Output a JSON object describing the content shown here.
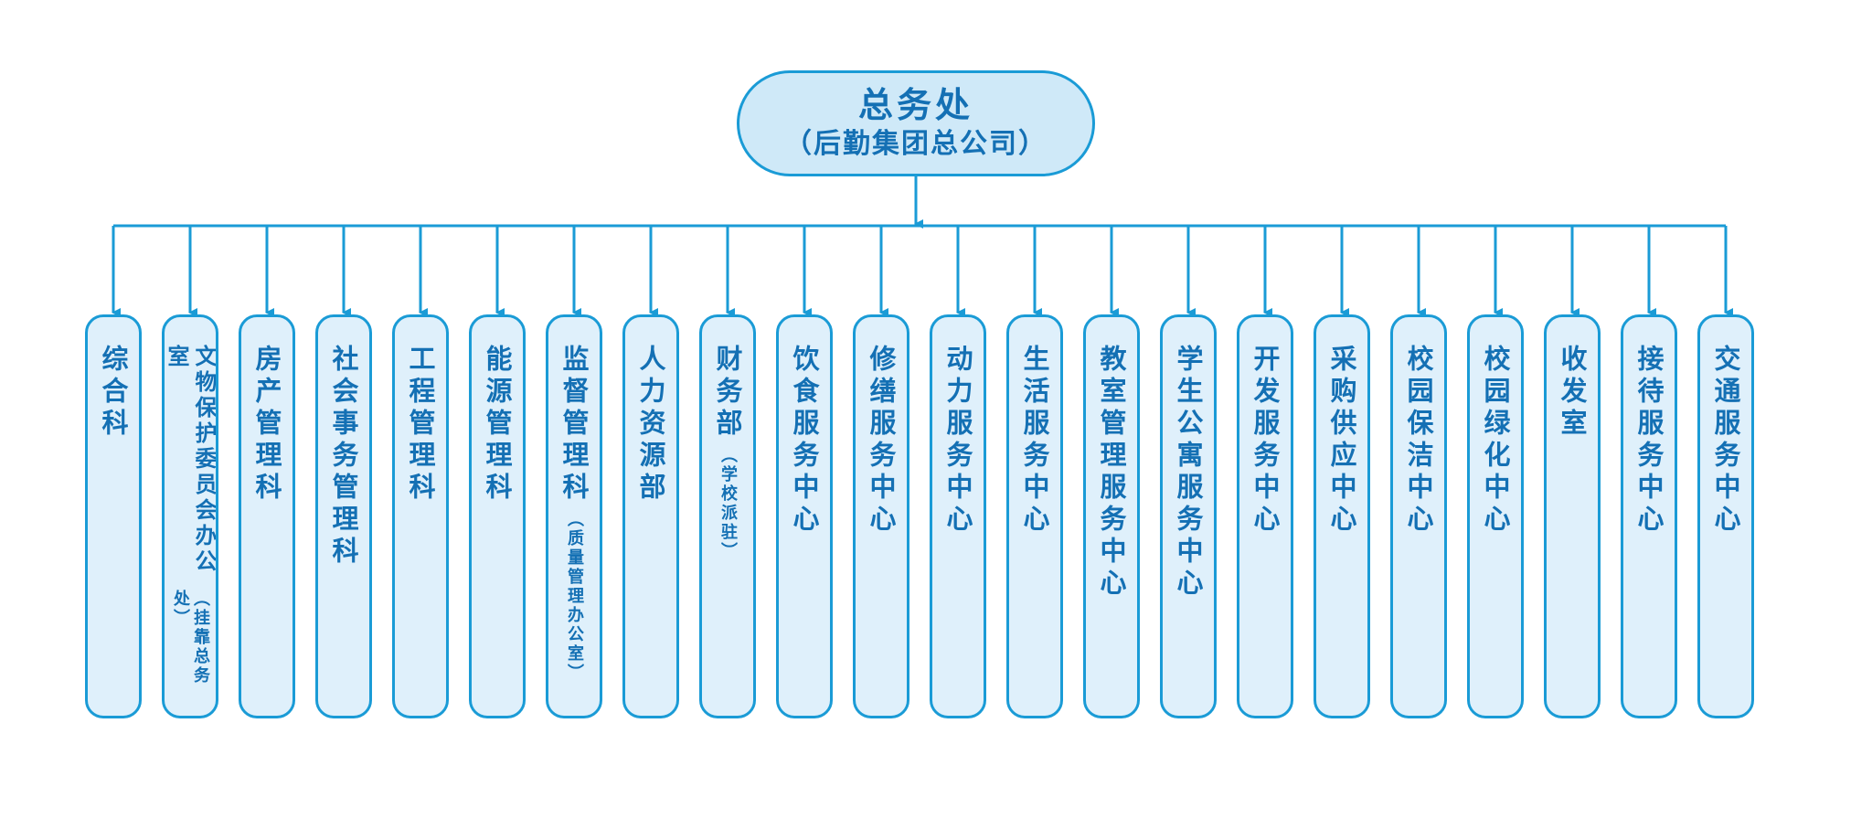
{
  "colors": {
    "line": "#1a9bd6",
    "text": "#1470b4",
    "root_fill": "#cfe9f8",
    "node_fill": "#dff0fb"
  },
  "root": {
    "title": "总务处",
    "subtitle": "（后勤集团总公司）"
  },
  "departments": [
    {
      "name": "综合科",
      "note": ""
    },
    {
      "name": "文物保护委员会办公室",
      "note": "（挂靠总务处）"
    },
    {
      "name": "房产管理科",
      "note": ""
    },
    {
      "name": "社会事务管理科",
      "note": ""
    },
    {
      "name": "工程管理科",
      "note": ""
    },
    {
      "name": "能源管理科",
      "note": ""
    },
    {
      "name": "监督管理科",
      "note": "（质量管理办公室）"
    },
    {
      "name": "人力资源部",
      "note": ""
    },
    {
      "name": "财务部",
      "note": "（学校派驻）"
    },
    {
      "name": "饮食服务中心",
      "note": ""
    },
    {
      "name": "修缮服务中心",
      "note": ""
    },
    {
      "name": "动力服务中心",
      "note": ""
    },
    {
      "name": "生活服务中心",
      "note": ""
    },
    {
      "name": "教室管理服务中心",
      "note": ""
    },
    {
      "name": "学生公寓服务中心",
      "note": ""
    },
    {
      "name": "开发服务中心",
      "note": ""
    },
    {
      "name": "采购供应中心",
      "note": ""
    },
    {
      "name": "校园保洁中心",
      "note": ""
    },
    {
      "name": "校园绿化中心",
      "note": ""
    },
    {
      "name": "收发室",
      "note": ""
    },
    {
      "name": "接待服务中心",
      "note": ""
    },
    {
      "name": "交通服务中心",
      "note": ""
    }
  ]
}
